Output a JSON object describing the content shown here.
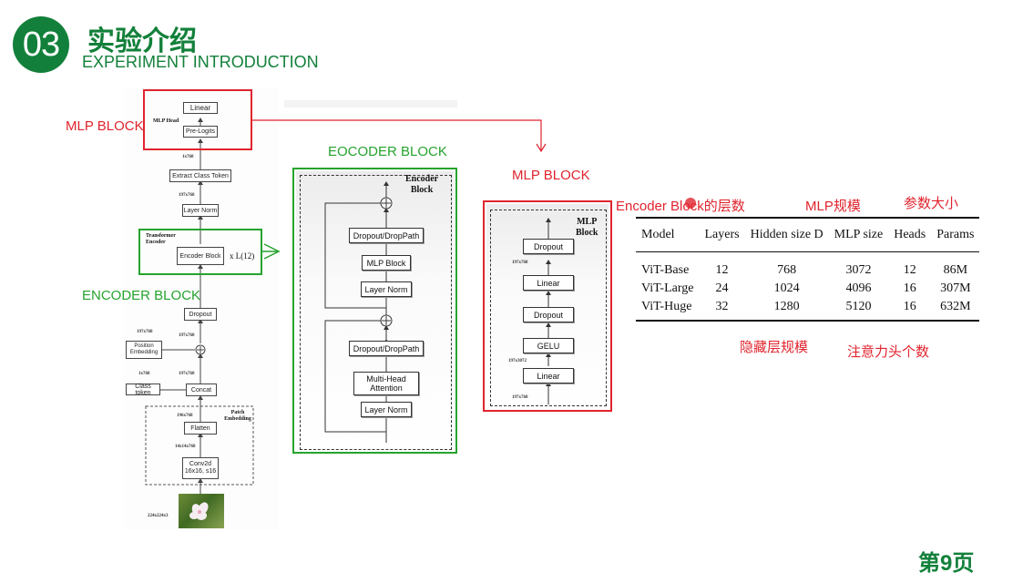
{
  "header": {
    "badge_number": "03",
    "title_cn": "实验介绍",
    "title_en": "EXPERIMENT INTRODUCTION"
  },
  "page_number": "第9页",
  "annotations": {
    "mlp_block_left": "MLP BLOCK",
    "encoder_block_left": "ENCODER BLOCK",
    "eocoder_block": "EOCODER BLOCK",
    "mlp_block_right": "MLP BLOCK",
    "encoder_block_layers": "Encoder Block的层数",
    "mlp_size_label": "MLP规模",
    "params_label": "参数大小",
    "hidden_label": "隐藏层规模",
    "heads_label": "注意力头个数"
  },
  "vit_diagram": {
    "mlp_head_title": "MLP Head",
    "linear": "Linear",
    "pre_logits": "Pre-Logits",
    "dim_1x768_top": "1x768",
    "extract_class_token": "Extract Class Token",
    "dim_197x768_a": "197x768",
    "layer_norm": "Layer Norm",
    "transformer_encoder_title": "Transformer Encoder",
    "encoder_block": "Encoder Block",
    "times_l": "x L(12)",
    "dropout": "Dropout",
    "dim_197x768_b": "197x768",
    "dim_197x768_c": "197x768",
    "position_embedding": "Position Embedding",
    "dim_1x768": "1x768",
    "dim_197x768_d": "197x768",
    "class_token": "Class token",
    "concat": "Concat",
    "patch_embedding_title": "Patch Embedding",
    "dim_196x768": "196x768",
    "flatten": "Flatten",
    "dim_14x14x768": "14x14x768",
    "conv2d": "Conv2d",
    "conv2d_params": "16x16, s16",
    "dim_input": "224x224x3"
  },
  "encoder_diagram": {
    "title_line1": "Encoder",
    "title_line2": "Block",
    "dropout_droppath_top": "Dropout/DropPath",
    "mlp_block": "MLP Block",
    "layer_norm_top": "Layer Norm",
    "dropout_droppath_bottom": "Dropout/DropPath",
    "multi_head_attention": "Multi-Head Attention",
    "layer_norm_bottom": "Layer Norm"
  },
  "mlp_diagram": {
    "title_line1": "MLP",
    "title_line2": "Block",
    "dropout_top": "Dropout",
    "linear_top": "Linear",
    "dropout_mid": "Dropout",
    "gelu": "GELU",
    "linear_bottom": "Linear",
    "dim_out": "197x768",
    "dim_mid": "197x3072",
    "dim_in": "197x768"
  },
  "params_table": {
    "headers": [
      "Model",
      "Layers",
      "Hidden size D",
      "MLP size",
      "Heads",
      "Params"
    ],
    "rows": [
      [
        "ViT-Base",
        "12",
        "768",
        "3072",
        "12",
        "86M"
      ],
      [
        "ViT-Large",
        "24",
        "1024",
        "4096",
        "16",
        "307M"
      ],
      [
        "ViT-Huge",
        "32",
        "1280",
        "5120",
        "16",
        "632M"
      ]
    ]
  },
  "colors": {
    "brand_green": "#12803a",
    "annotation_red": "#e0242e",
    "annotation_green": "#26a32e"
  }
}
